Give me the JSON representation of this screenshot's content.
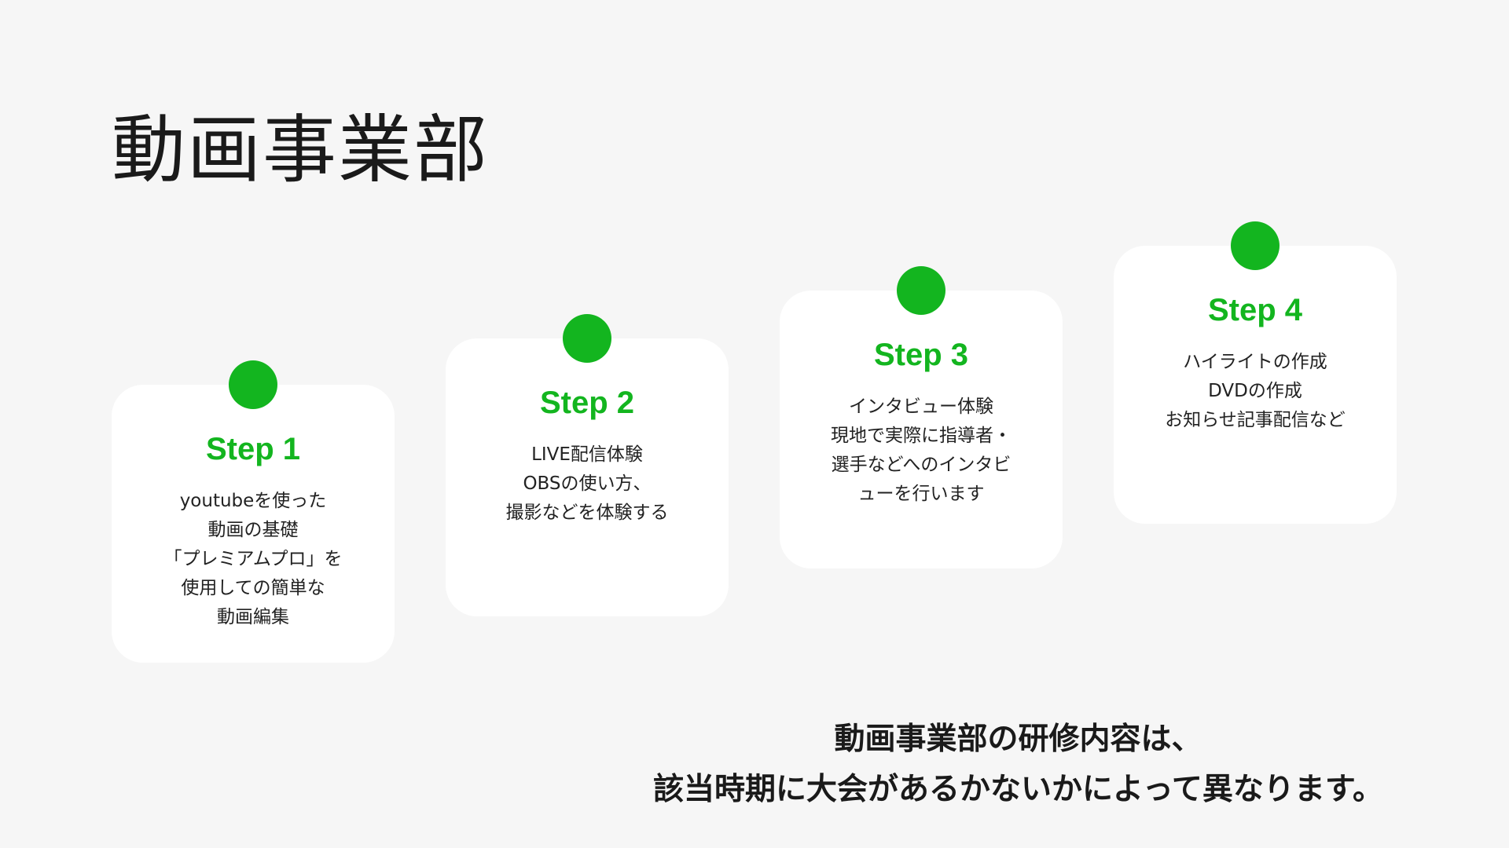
{
  "title": "動画事業部",
  "colors": {
    "accent": "#13b51f",
    "background": "#f6f6f6",
    "card": "#ffffff",
    "text": "#1a1a1a"
  },
  "steps": [
    {
      "label": "Step 1",
      "lines": [
        "youtubeを使った",
        "動画の基礎",
        "「プレミアムプロ」を",
        "使用しての簡単な",
        "動画編集"
      ]
    },
    {
      "label": "Step 2",
      "lines": [
        "LIVE配信体験",
        "OBSの使い方、",
        "撮影などを体験する"
      ]
    },
    {
      "label": "Step 3",
      "lines": [
        "インタビュー体験",
        "現地で実際に指導者・",
        "選手などへのインタビ",
        "ューを行います"
      ]
    },
    {
      "label": "Step 4",
      "lines": [
        "ハイライトの作成",
        "DVDの作成",
        "お知らせ記事配信など"
      ]
    }
  ],
  "footer": {
    "line1": "動画事業部の研修内容は、",
    "line2": "該当時期に大会があるかないかによって異なります。"
  }
}
